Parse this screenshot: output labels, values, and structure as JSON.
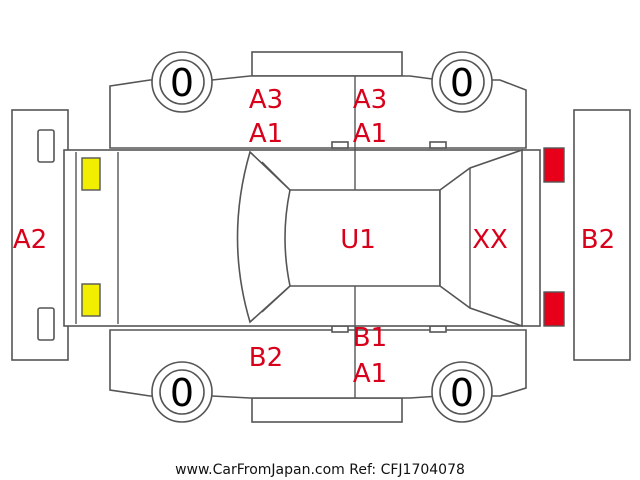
{
  "tires": {
    "front_left": "0",
    "rear_left": "0",
    "front_right": "0",
    "rear_right": "0"
  },
  "labels": {
    "top_front_line1": "A3",
    "top_front_line2": "A1",
    "top_rear_line1": "A3",
    "top_rear_line2": "A1",
    "front_bumper": "A2",
    "roof": "U1",
    "rear_glass": "XX",
    "rear_bumper": "B2",
    "bottom_front": "B2",
    "bottom_rear_line1": "B1",
    "bottom_rear_line2": "A1"
  },
  "footer_text": "www.CarFromJapan.com Ref: CFJ1704078",
  "colors": {
    "label": "#d9001b",
    "front_lamp": "#f2ee00",
    "rear_lamp": "#e8001a",
    "outline": "#555555"
  }
}
